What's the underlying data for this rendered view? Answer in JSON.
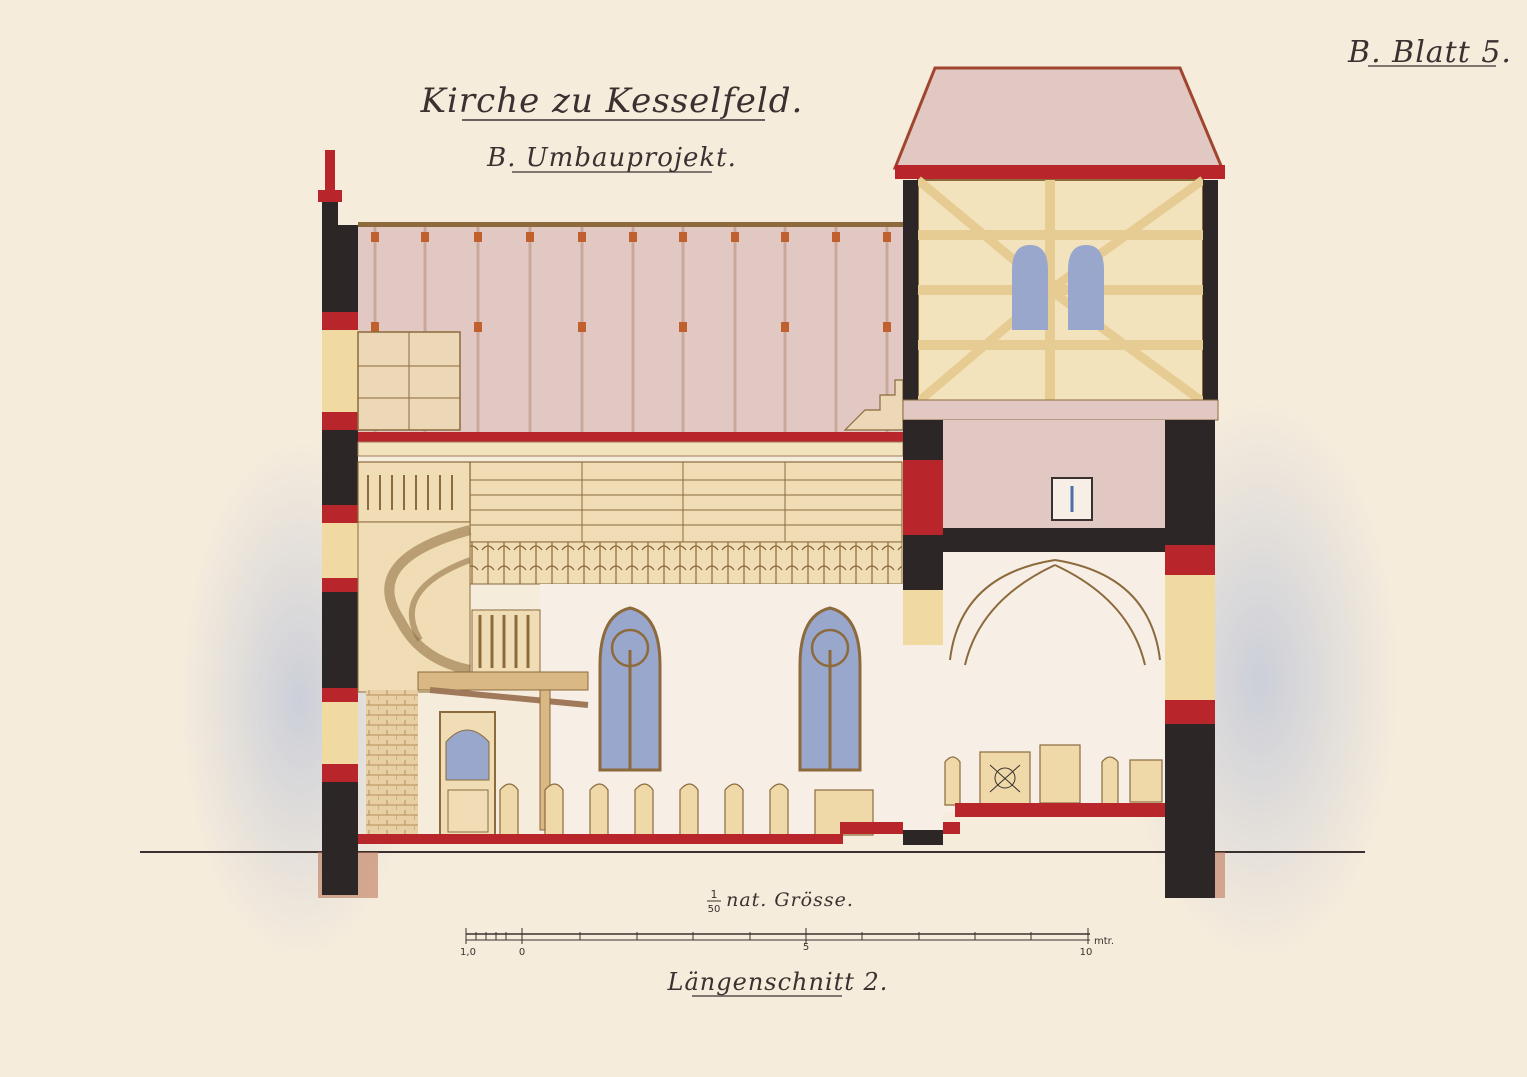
{
  "sheet": {
    "title": "Kirche zu Kesselfeld.",
    "subtitle": "B. Umbauprojekt.",
    "sheet_label": "B. Blatt 5.",
    "scale_label": "nat. Grösse.",
    "scale_fraction_num": "1",
    "scale_fraction_den": "50",
    "scale_unit": "mtr.",
    "scale_ticks": [
      "1,0",
      "0",
      "5",
      "10"
    ],
    "caption": "Längenschnitt 2."
  },
  "colors": {
    "paper": "#f6ecdc",
    "masonry_black": "#2c2626",
    "masonry_red": "#b8262b",
    "sandstone": "#f1d9a2",
    "interior_wash": "#e2c8c2",
    "timber": "#f3e3bd",
    "window_glass": "#9aa7cc",
    "ground": "#a8452f"
  }
}
